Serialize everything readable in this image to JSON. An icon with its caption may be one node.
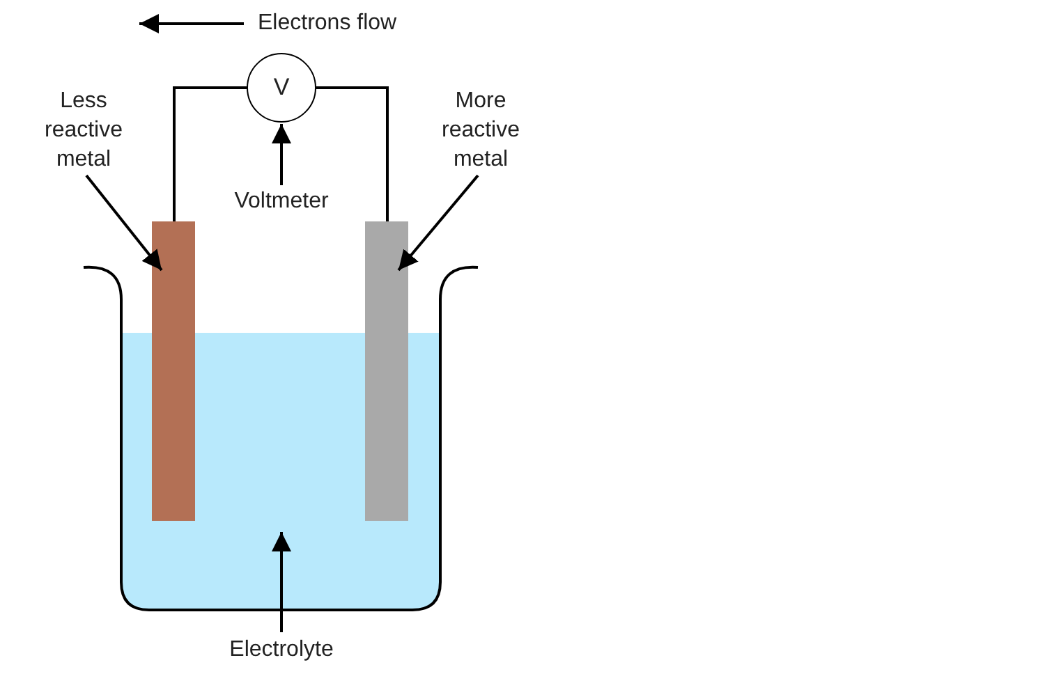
{
  "diagram": {
    "nodes": [
      {
        "text": [
          "Less reactive metal"
        ]
      },
      {
        "text": [],
        "shape": "bar"
      },
      {
        "text": [
          "More reactive metal"
        ]
      },
      {
        "text": [],
        "shape": "bar"
      },
      {
        "text": [
          "V"
        ]
      },
      {
        "text": [
          "Voltmeter"
        ]
      },
      {
        "text": [
          "Electrolyte"
        ]
      },
      {
        "text": [],
        "shape": "box"
      }
    ],
    "edges": [
      {
        "from": 0,
        "to": 1,
        "arrow": "to"
      },
      {
        "from": 2,
        "to": 3,
        "arrow": "to"
      },
      {
        "from": 5,
        "to": 4,
        "arrow": "to"
      },
      {
        "from": 6,
        "to": 7,
        "arrow": "to"
      },
      {
        "from": 1,
        "to": 4,
        "arrow": "none"
      },
      {
        "from": 4,
        "to": 3,
        "arrow": "none"
      }
    ],
    "labels": [
      "Electrons flow"
    ]
  }
}
